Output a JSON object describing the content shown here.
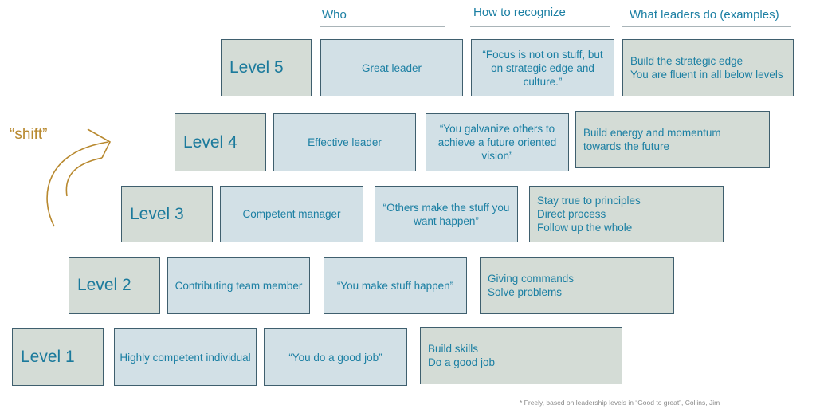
{
  "headers": {
    "who": "Who",
    "recognize": "How to recognize",
    "leaders": "What leaders do (examples)"
  },
  "shift_label": "“shift”",
  "levels": [
    {
      "label": "Level 5",
      "who": "Great leader",
      "recognize": "“Focus is not on stuff, but on strategic edge and culture.”",
      "leaders": "Build the strategic edge\nYou are fluent in all below levels"
    },
    {
      "label": "Level 4",
      "who": "Effective leader",
      "recognize": "“You galvanize others to achieve a future oriented vision”",
      "leaders": "Build energy and momentum\ntowards the future"
    },
    {
      "label": "Level 3",
      "who": "Competent manager",
      "recognize": "“Others make the stuff you want happen”",
      "leaders": "Stay true to principles\nDirect process\nFollow up the whole"
    },
    {
      "label": "Level 2",
      "who": "Contributing team member",
      "recognize": "“You make stuff happen”",
      "leaders": "Giving commands\nSolve problems"
    },
    {
      "label": "Level 1",
      "who": "Highly competent individual",
      "recognize": "“You do a good job”",
      "leaders": "Build skills\nDo a good job"
    }
  ],
  "footnote": "* Freely, based on leadership levels in “Good to great”, Collins, Jim"
}
